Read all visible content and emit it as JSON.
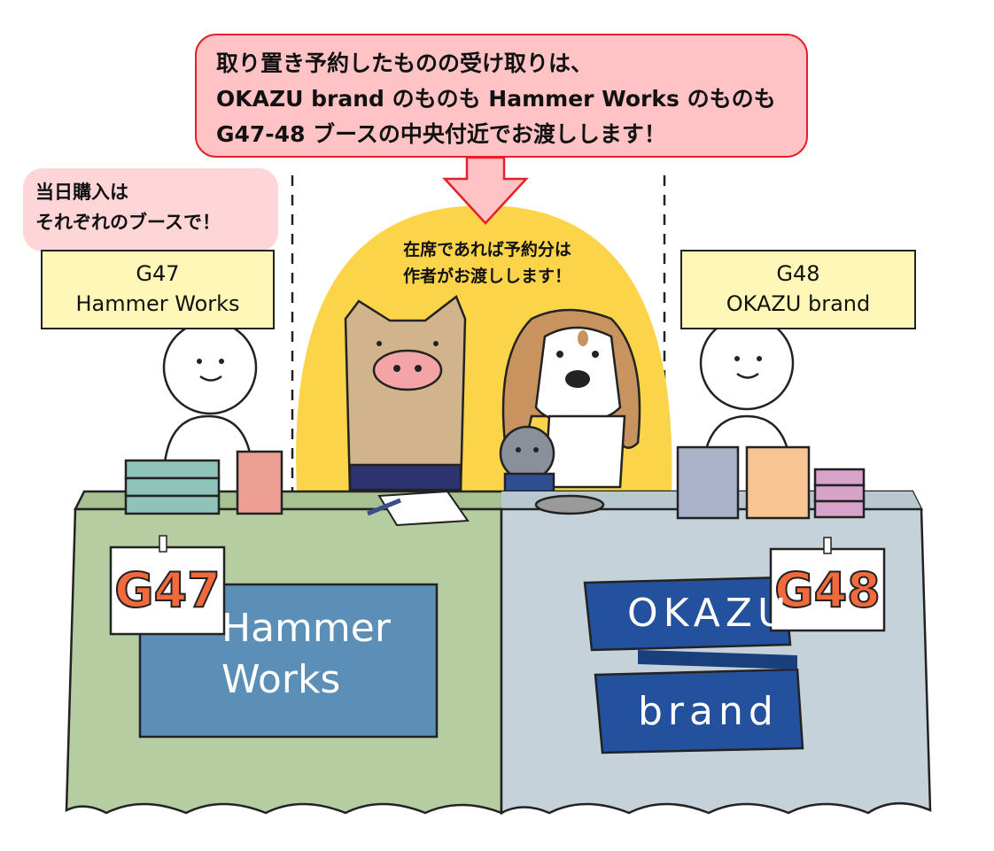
{
  "main_notice": {
    "line1": "取り置き予約したものの受け取りは、",
    "line2": "OKAZU brand のものも Hammer Works のものも",
    "line3": "G47-48 ブースの中央付近でお渡しします！"
  },
  "side_notice": {
    "line1": "当日購入は",
    "line2": "それぞれのブースで！"
  },
  "center_notice": {
    "line1": "在席であれば予約分は",
    "line2": "作者がお渡しします！"
  },
  "booth_left": {
    "label_id": "G47",
    "label_name": "Hammer Works",
    "sign": "G47",
    "banner_line1": "Hammer",
    "banner_line2": "Works"
  },
  "booth_right": {
    "label_id": "G48",
    "label_name": "OKAZU brand",
    "sign": "G48",
    "banner_line1": "OKAZU",
    "banner_line2": "brand"
  },
  "colors": {
    "main_bubble_bg": "#ffc3c6",
    "main_bubble_border": "#e5202b",
    "side_bubble_bg": "#ffd6d8",
    "label_bg": "#fff7b8",
    "spotlight": "#fcd44a",
    "table_left": "#b5cda1",
    "table_right": "#c6d2da",
    "banner_left": "#5c8fb7",
    "banner_right": "#23519d",
    "sign_text": "#f26a3c"
  }
}
